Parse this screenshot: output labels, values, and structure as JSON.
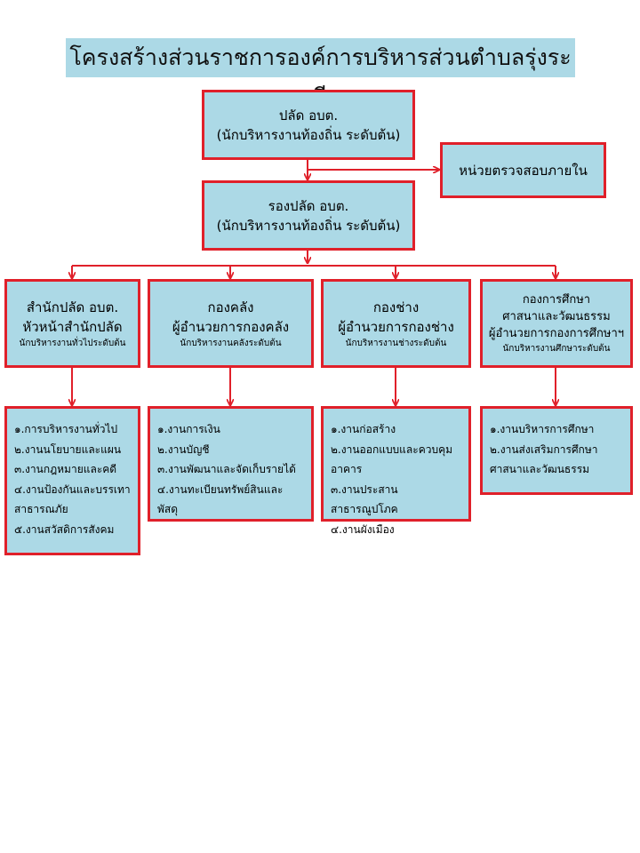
{
  "title": "โครงสร้างส่วนราชการองค์การบริหารส่วนตำบลรุ่งระวี",
  "chief": {
    "line1": "ปลัด อบต.",
    "line2": "(นักบริหารงานท้องถิ่น ระดับต้น)"
  },
  "audit": {
    "label": "หน่วยตรวจสอบภายใน"
  },
  "deputy": {
    "line1": "รองปลัด อบต.",
    "line2": "(นักบริหารงานท้องถิ่น ระดับต้น)"
  },
  "departments": [
    {
      "line1": "สำนักปลัด อบต.",
      "line2": "หัวหน้าสำนักปลัด",
      "line3": "นักบริหารงานทั่วไประดับต้น",
      "tasks": [
        "๑.การบริหารงานทั่วไป",
        "๒.งานนโยบายและแผน",
        "๓.งานกฎหมายและคดี",
        "๔.งานป้องกันและบรรเทา",
        "สาธารณภัย",
        "๕.งานสวัสดิการสังคม"
      ]
    },
    {
      "line1": "กองคลัง",
      "line2": "ผู้อำนวยการกองคลัง",
      "line3": "นักบริหารงานคลังระดับต้น",
      "tasks": [
        "๑.งานการเงิน",
        "๒.งานบัญชี",
        "๓.งานพัฒนาและจัดเก็บรายได้",
        "๔.งานทะเบียนทรัพย์สินและ",
        "พัสดุ"
      ]
    },
    {
      "line1": "กองช่าง",
      "line2": "ผู้อำนวยการกองช่าง",
      "line3": "นักบริหารงานช่างระดับต้น",
      "tasks": [
        "๑.งานก่อสร้าง",
        "๒.งานออกแบบและควบคุม",
        "อาคาร",
        "๓.งานประสานสาธารณูปโภค",
        "๔.งานผังเมือง"
      ]
    },
    {
      "line1": "กองการศึกษา",
      "line2": "ศาสนาและวัฒนธรรม",
      "line3": "ผู้อำนวยการกองการศึกษาฯ",
      "line4": "นักบริหารงานศึกษาระดับต้น",
      "tasks": [
        "๑.งานบริหารการศึกษา",
        "๒.งานส่งเสริมการศึกษา",
        "ศาสนาและวัฒนธรรม"
      ]
    }
  ],
  "colors": {
    "box_fill": "#acd9e6",
    "border": "#e0202a",
    "title_fill": "#acd9e6"
  }
}
